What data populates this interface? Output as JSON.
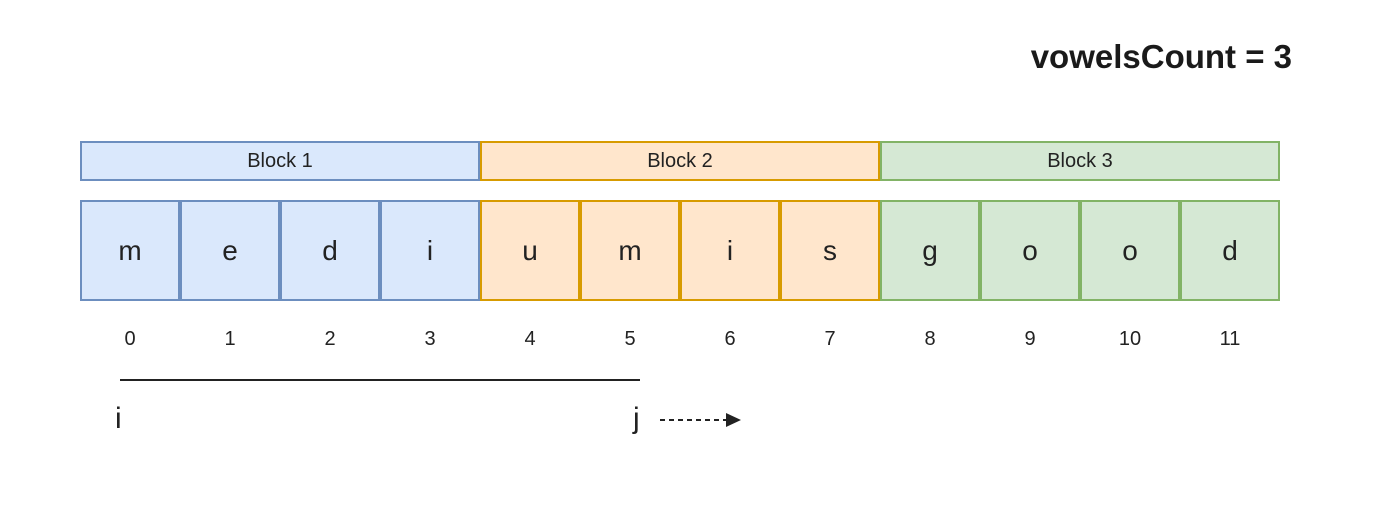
{
  "vowels_count_label": "vowelsCount = 3",
  "blocks": [
    {
      "label": "Block 1",
      "fill": "#dae8fc",
      "stroke": "#6c8ebf"
    },
    {
      "label": "Block 2",
      "fill": "#ffe6cc",
      "stroke": "#d79b00"
    },
    {
      "label": "Block 3",
      "fill": "#d5e8d4",
      "stroke": "#82b366"
    }
  ],
  "cells": [
    "m",
    "e",
    "d",
    "i",
    "u",
    "m",
    "i",
    "s",
    "g",
    "o",
    "o",
    "d"
  ],
  "indices": [
    "0",
    "1",
    "2",
    "3",
    "4",
    "5",
    "6",
    "7",
    "8",
    "9",
    "10",
    "11"
  ],
  "pointers": {
    "left": "i",
    "right": "j"
  }
}
